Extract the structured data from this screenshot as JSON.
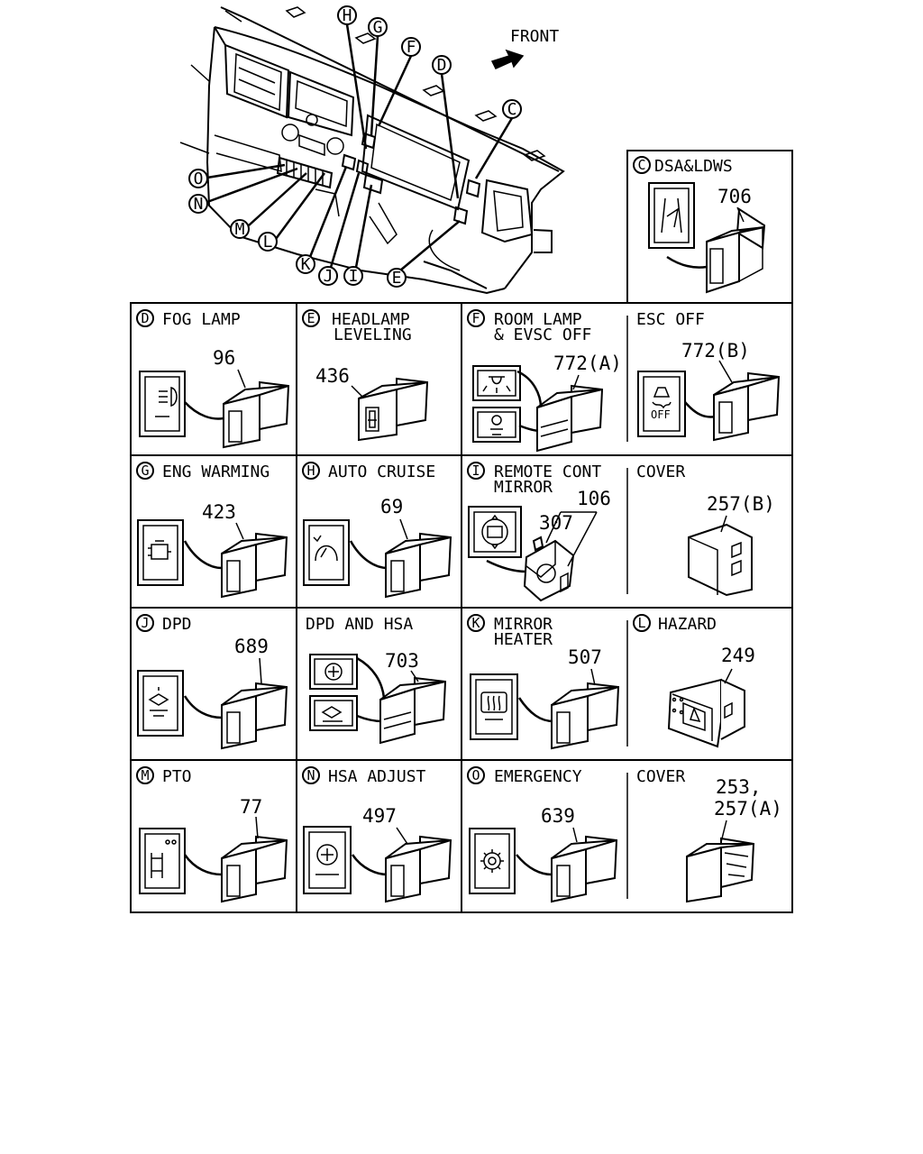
{
  "header": {
    "front_label": "FRONT",
    "callouts": [
      "H",
      "G",
      "F",
      "D",
      "C",
      "O",
      "N",
      "M",
      "L",
      "K",
      "J",
      "I",
      "E"
    ]
  },
  "cells": {
    "c": {
      "letter": "C",
      "title": "DSA&LDWS",
      "part": "706"
    },
    "d": {
      "letter": "D",
      "title": "FOG LAMP",
      "part": "96"
    },
    "e": {
      "letter": "E",
      "title1": "HEADLAMP",
      "title2": "LEVELING",
      "part": "436"
    },
    "f": {
      "letter": "F",
      "title1": "ROOM LAMP",
      "title2": "& EVSC OFF",
      "part": "772(A)"
    },
    "esc": {
      "title": "ESC OFF",
      "part": "772(B)",
      "icon_text": "OFF"
    },
    "g": {
      "letter": "G",
      "title": "ENG WARMING",
      "part": "423"
    },
    "h": {
      "letter": "H",
      "title": "AUTO CRUISE",
      "part": "69"
    },
    "i": {
      "letter": "I",
      "title1": "REMOTE CONT",
      "title2": "MIRROR",
      "part_a": "106",
      "part_b": "307"
    },
    "cover1": {
      "title": "COVER",
      "part": "257(B)"
    },
    "j": {
      "letter": "J",
      "title": "DPD",
      "part": "689"
    },
    "dpdhsa": {
      "title": "DPD AND HSA",
      "part": "703"
    },
    "k": {
      "letter": "K",
      "title1": "MIRROR",
      "title2": "HEATER",
      "part": "507"
    },
    "l": {
      "letter": "L",
      "title": "HAZARD",
      "part": "249"
    },
    "m": {
      "letter": "M",
      "title": "PTO",
      "part": "77"
    },
    "n": {
      "letter": "N",
      "title": "HSA ADJUST",
      "part": "497"
    },
    "o": {
      "letter": "O",
      "title": "EMERGENCY",
      "part": "639"
    },
    "cover2": {
      "title": "COVER",
      "part1": "253,",
      "part2": "257(A)"
    }
  },
  "icons": {
    "dsa": "lane-departure-icon",
    "fog": "fog-lamp-icon",
    "level": "headlamp-leveling-icon",
    "room": "room-lamp-icon",
    "evsc": "evsc-off-icon",
    "esc": "esc-off-icon",
    "warm": "engine-warming-icon",
    "cruise": "auto-cruise-icon",
    "mirror": "remote-mirror-icon",
    "dpd": "dpd-icon",
    "hsa": "hsa-icon",
    "mheat": "mirror-heater-icon",
    "pto": "pto-icon",
    "emerg": "emergency-icon"
  }
}
